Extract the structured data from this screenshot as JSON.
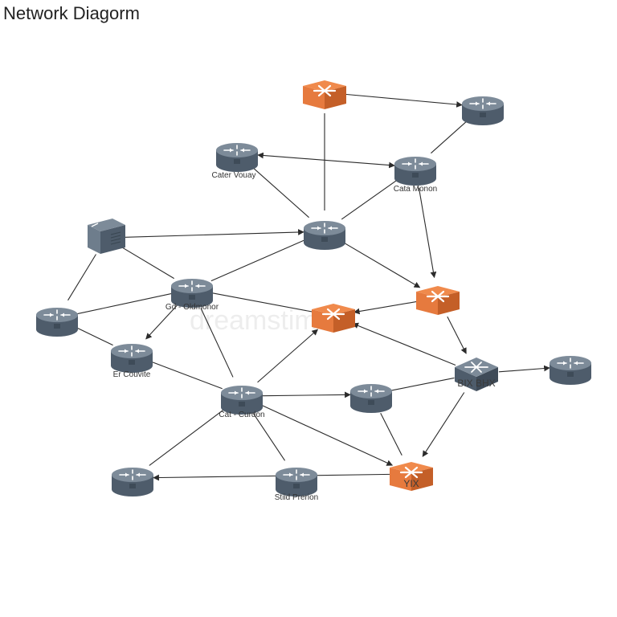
{
  "title": "Network Diagorm",
  "watermark": "dreamstime.",
  "colors": {
    "router_top": "#7d8b99",
    "router_side": "#4e5c6b",
    "router_dark": "#3f4b58",
    "device_orange": "#e67a3e",
    "device_orange_dark": "#c45f28",
    "edge": "#2b2b2b"
  },
  "nodes": [
    {
      "id": "orange-top",
      "kind": "orange",
      "icon": "crossed-arrows-icon",
      "label": ""
    },
    {
      "id": "router-top-right",
      "kind": "router",
      "icon": "router-icon",
      "label": ""
    },
    {
      "id": "router-cater-voway",
      "kind": "router",
      "icon": "router-icon",
      "label": "Cater Vouay"
    },
    {
      "id": "router-cata-monon",
      "kind": "router",
      "icon": "router-icon",
      "label": "Cata Monon"
    },
    {
      "id": "router-center",
      "kind": "router",
      "icon": "router-icon",
      "label": ""
    },
    {
      "id": "switch-box",
      "kind": "box",
      "icon": "switch-box-icon",
      "label": ""
    },
    {
      "id": "router-gd-oldmonor",
      "kind": "router",
      "icon": "router-icon",
      "label": "Gd - Oldmonor"
    },
    {
      "id": "router-left",
      "kind": "router",
      "icon": "router-icon",
      "label": ""
    },
    {
      "id": "router-er-couvite",
      "kind": "router",
      "icon": "router-icon",
      "label": "Er Couvite"
    },
    {
      "id": "orange-center",
      "kind": "orange",
      "icon": "crossed-arrows-icon",
      "label": ""
    },
    {
      "id": "orange-right",
      "kind": "orange",
      "icon": "crossed-arrows-icon",
      "label": ""
    },
    {
      "id": "router-cat-curdon",
      "kind": "router",
      "icon": "router-icon",
      "label": "Cat - Curdon"
    },
    {
      "id": "router-mid-right",
      "kind": "router",
      "icon": "router-icon",
      "label": ""
    },
    {
      "id": "cube-bix",
      "kind": "cube",
      "icon": "switch-cube-icon",
      "label": "",
      "text": "BIX   BHX"
    },
    {
      "id": "router-far-right",
      "kind": "router",
      "icon": "router-icon",
      "label": ""
    },
    {
      "id": "router-bottom-left",
      "kind": "router",
      "icon": "router-icon",
      "label": ""
    },
    {
      "id": "router-stiid-prerion",
      "kind": "router",
      "icon": "router-icon",
      "label": "Stiid Prerion"
    },
    {
      "id": "orange-bottom",
      "kind": "orange",
      "icon": "crossed-arrows-icon",
      "label": "",
      "text": "YIX"
    }
  ],
  "edges": [
    {
      "from": "orange-top",
      "to": "router-top-right",
      "arrow": "end"
    },
    {
      "from": "orange-top",
      "to": "router-center",
      "arrow": "none"
    },
    {
      "from": "router-top-right",
      "to": "router-cata-monon",
      "arrow": "none"
    },
    {
      "from": "router-cata-monon",
      "to": "router-cater-voway",
      "arrow": "both"
    },
    {
      "from": "router-cater-voway",
      "to": "router-center",
      "arrow": "none"
    },
    {
      "from": "router-cata-monon",
      "to": "router-center",
      "arrow": "none"
    },
    {
      "from": "router-cata-monon",
      "to": "orange-right",
      "arrow": "end"
    },
    {
      "from": "switch-box",
      "to": "router-center",
      "arrow": "end"
    },
    {
      "from": "router-center",
      "to": "router-gd-oldmonor",
      "arrow": "none"
    },
    {
      "from": "router-center",
      "to": "orange-right",
      "arrow": "end"
    },
    {
      "from": "switch-box",
      "to": "router-gd-oldmonor",
      "arrow": "none"
    },
    {
      "from": "switch-box",
      "to": "router-left",
      "arrow": "none"
    },
    {
      "from": "router-left",
      "to": "router-gd-oldmonor",
      "arrow": "none"
    },
    {
      "from": "router-left",
      "to": "router-er-couvite",
      "arrow": "none"
    },
    {
      "from": "router-gd-oldmonor",
      "to": "router-er-couvite",
      "arrow": "end"
    },
    {
      "from": "router-gd-oldmonor",
      "to": "orange-center",
      "arrow": "none"
    },
    {
      "from": "router-gd-oldmonor",
      "to": "router-cat-curdon",
      "arrow": "none"
    },
    {
      "from": "orange-right",
      "to": "orange-center",
      "arrow": "end"
    },
    {
      "from": "orange-right",
      "to": "cube-bix",
      "arrow": "end"
    },
    {
      "from": "cube-bix",
      "to": "orange-center",
      "arrow": "end"
    },
    {
      "from": "router-er-couvite",
      "to": "router-cat-curdon",
      "arrow": "none"
    },
    {
      "from": "router-cat-curdon",
      "to": "orange-center",
      "arrow": "end"
    },
    {
      "from": "router-cat-curdon",
      "to": "router-mid-right",
      "arrow": "end"
    },
    {
      "from": "router-mid-right",
      "to": "cube-bix",
      "arrow": "none"
    },
    {
      "from": "cube-bix",
      "to": "router-far-right",
      "arrow": "end"
    },
    {
      "from": "cube-bix",
      "to": "orange-bottom",
      "arrow": "end"
    },
    {
      "from": "router-mid-right",
      "to": "orange-bottom",
      "arrow": "none"
    },
    {
      "from": "router-cat-curdon",
      "to": "orange-bottom",
      "arrow": "end"
    },
    {
      "from": "router-cat-curdon",
      "to": "router-bottom-left",
      "arrow": "none"
    },
    {
      "from": "router-cat-curdon",
      "to": "router-stiid-prerion",
      "arrow": "none"
    },
    {
      "from": "orange-bottom",
      "to": "router-bottom-left",
      "arrow": "end"
    }
  ]
}
